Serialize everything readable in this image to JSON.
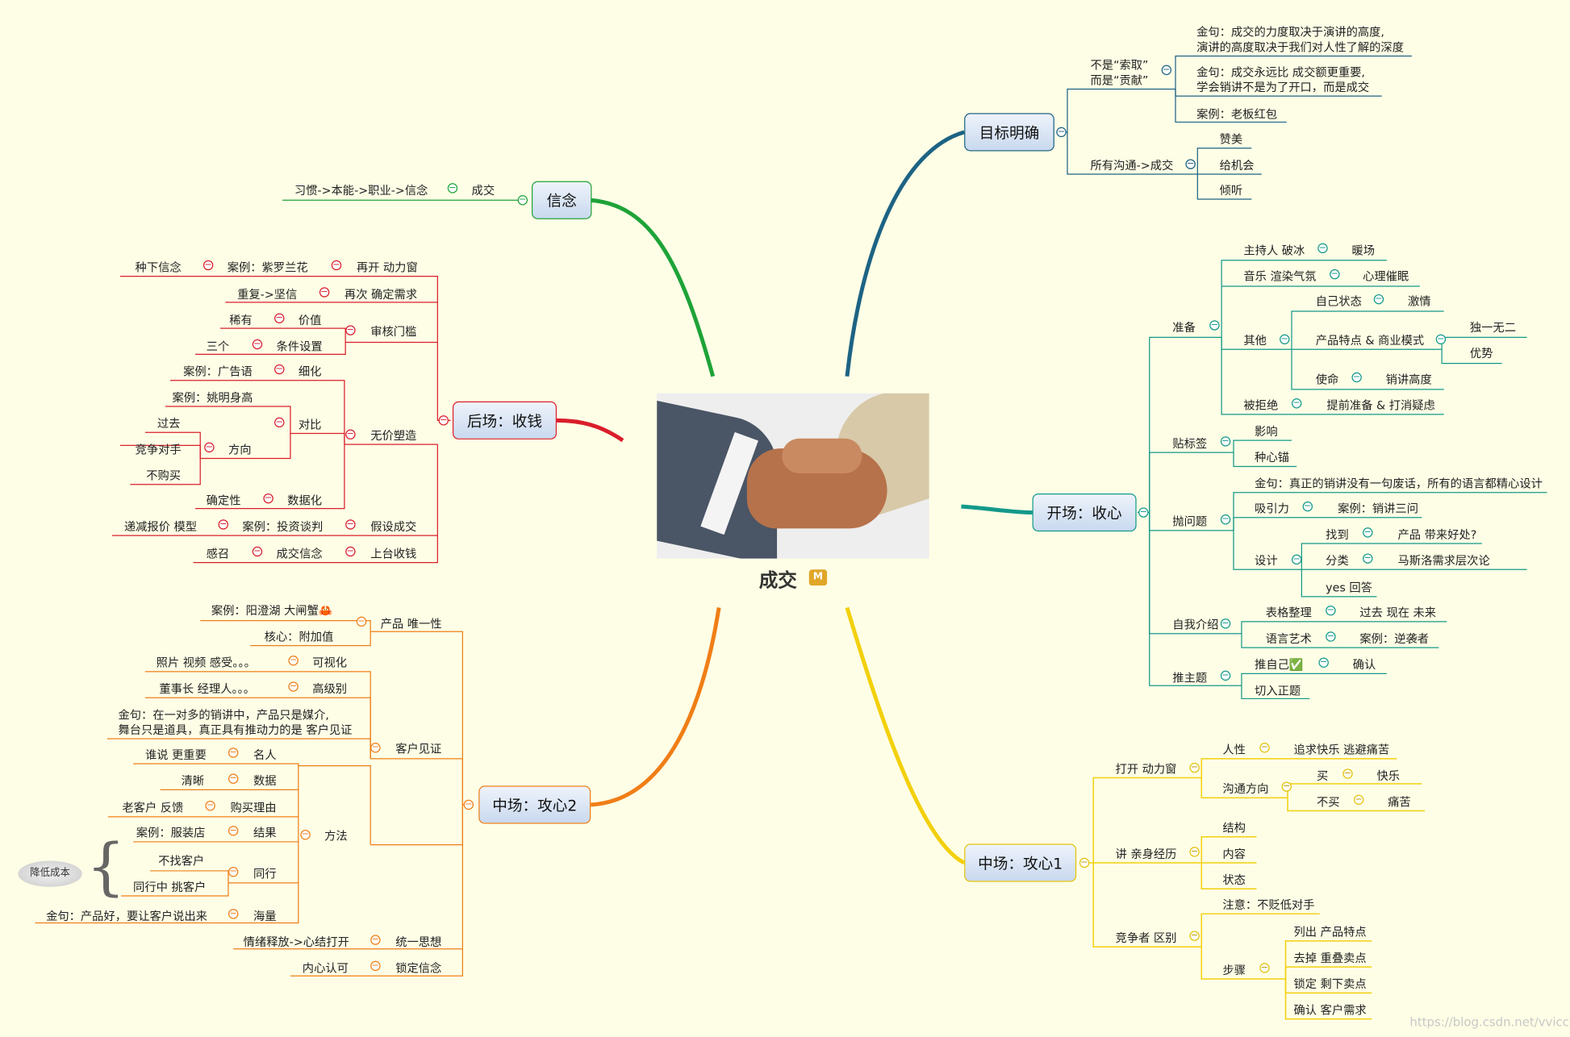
{
  "root": {
    "title": "成交",
    "badge": "M"
  },
  "watermark": "https://blog.csdn.net/vvicc",
  "colors": {
    "xinnian": "#1ea338",
    "houchang": "#d91e2b",
    "zhong2": "#f07e16",
    "mubiao": "#1d6384",
    "kaichang": "#13998a",
    "zhong1": "#f2d00c"
  },
  "branches": {
    "mubiao": {
      "label": "目标明确",
      "bu_shi": "不是“索取”",
      "er_shi": "而是“贡献”",
      "jinju1_a": "金句：成交的力度取决于演讲的高度,",
      "jinju1_b": "演讲的高度取决于我们对人性了解的深度",
      "jinju2_a": "金句：成交永远比 成交额更重要,",
      "jinju2_b": "学会销讲不是为了开口，而是成交",
      "anli": "案例：老板红包",
      "goutong": "所有沟通->成交",
      "zanmei": "赞美",
      "geijihui": "给机会",
      "qingting": "倾听"
    },
    "kaichang": {
      "label": "开场：收心",
      "zhunbei": "准备",
      "zhuchiren": "主持人 破冰",
      "nuanchang": "暖场",
      "yinyue": "音乐 渲染气氛",
      "xinli": "心理催眠",
      "qita": "其他",
      "zijizhuangtai": "自己状态",
      "jiqing": "激情",
      "chanpin": "产品特点 & 商业模式",
      "duyi": "独一无二",
      "youshi": "优势",
      "shiming": "使命",
      "xiaojiang": "销讲高度",
      "beijujue": "被拒绝",
      "tiqian": "提前准备 & 打消疑虑",
      "tiebiaoqian": "贴标签",
      "yingxiang": "影响",
      "zhongxinmao": "种心锚",
      "paowenti": "抛问题",
      "jinju": "金句：真正的销讲没有一句废话，所有的语言都精心设计",
      "xiyinli": "吸引力",
      "sanwen": "案例：销讲三问",
      "sheji": "设计",
      "zhaodao": "找到",
      "haochu": "产品 带来好处?",
      "fenlei": "分类",
      "masiluo": "马斯洛需求层次论",
      "yes": "yes 回答",
      "ziwo": "自我介绍",
      "biaoge": "表格整理",
      "guoqu": "过去 现在 未来",
      "yuyan": "语言艺术",
      "nixi": "案例：逆袭者",
      "tuizhuti": "推主题",
      "tuiziji": "推自己✅",
      "queren": "确认",
      "qieru": "切入正题"
    },
    "zhong1": {
      "label": "中场：攻心1",
      "dakai": "打开 动力窗",
      "renxing": "人性",
      "zhuiqiu": "追求快乐 逃避痛苦",
      "goutongfx": "沟通方向",
      "mai": "买",
      "kuaile": "快乐",
      "bumai": "不买",
      "tongku": "痛苦",
      "jiang": "讲 亲身经历",
      "jiegou": "结构",
      "neirong": "内容",
      "zhuangtai": "状态",
      "jingzheng": "竞争者 区别",
      "zhuyi": "注意：不贬低对手",
      "buzhou": "步骤",
      "liechu": "列出 产品特点",
      "qudiao": "去掉 重叠卖点",
      "suoding": "锁定 剩下卖点",
      "queren": "确认 客户需求"
    },
    "xinnian": {
      "label": "信念",
      "chengjiao": "成交",
      "xiguan": "习惯->本能->职业->信念"
    },
    "houchang": {
      "label": "后场：收钱",
      "zaikai": "再开 动力窗",
      "ziluolan": "案例：紫罗兰花",
      "zhongxia": "种下信念",
      "zaici": "再次 确定需求",
      "chongfu": "重复->坚信",
      "shenhe": "审核门槛",
      "jiazhi": "价值",
      "xiyou": "稀有",
      "tiaojian": "条件设置",
      "sange": "三个",
      "wujia": "无价塑造",
      "xihua": "细化",
      "guanggao": "案例：广告语",
      "duibi": "对比",
      "yaoming": "案例：姚明身高",
      "fangxiang": "方向",
      "guoqu": "过去",
      "jingzheng": "竞争对手",
      "bugoumai": "不购买",
      "shujuhua": "数据化",
      "quedingxing": "确定性",
      "jiashe": "假设成交",
      "touzi": "案例：投资谈判",
      "dijian": "递减报价 模型",
      "shangtai": "上台收钱",
      "chengjiaoxin": "成交信念",
      "ganzhao": "感召"
    },
    "zhong2": {
      "label": "中场：攻心2",
      "weiyi": "产品 唯一性",
      "yangcheng": "案例：阳澄湖 大闸蟹🦀",
      "hexin": "核心：附加值",
      "kehu": "客户见证",
      "keshihua": "可视化",
      "zhaopian": "照片 视频 感受。。。",
      "gaojibie": "高级别",
      "dongshi": "董事长 经理人。。。",
      "jinju_a": "金句：在一对多的销讲中，产品只是媒介,",
      "jinju_b": "舞台只是道具，真正具有推动力的是 客户见证",
      "fangfa": "方法",
      "mingren": "名人",
      "shuishuo": "谁说 更重要",
      "shuju": "数据",
      "qingxi": "清晰",
      "goumai": "购买理由",
      "laokehu": "老客户 反馈",
      "jieguo": "结果",
      "fuzhuang": "案例：服装店",
      "tonghang": "同行",
      "buzhao": "不找客户",
      "tiao": "同行中 挑客户",
      "jiangdi": "降低成本",
      "hailiang": "海量",
      "jinju2": "金句：产品好，要让客户说出来",
      "tongyi": "统一思想",
      "qingxu": "情绪释放->心结打开",
      "suodingxin": "锁定信念",
      "neixin": "内心认可"
    }
  }
}
